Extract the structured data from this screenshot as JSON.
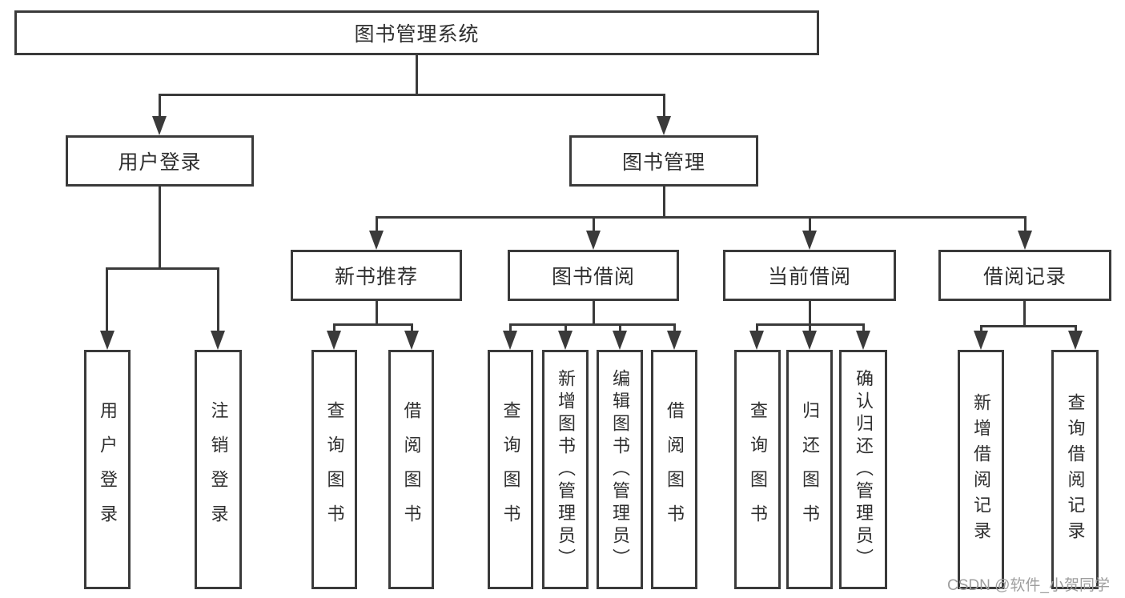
{
  "colors": {
    "line": "#3a3a3a",
    "text": "#2f2f2f",
    "watermark": "#9e9e9e",
    "background": "#ffffff"
  },
  "diagram": {
    "root": {
      "label": "图书管理系统"
    },
    "branches": [
      {
        "label": "用户登录",
        "children": [
          {
            "label": "用户登录"
          },
          {
            "label": "注销登录"
          }
        ]
      },
      {
        "label": "图书管理",
        "children": [
          {
            "label": "新书推荐",
            "children": [
              {
                "label": "查询图书"
              },
              {
                "label": "借阅图书"
              }
            ]
          },
          {
            "label": "图书借阅",
            "children": [
              {
                "label": "查询图书"
              },
              {
                "label": "新增图书（管理员）"
              },
              {
                "label": "编辑图书（管理员）"
              },
              {
                "label": "借阅图书"
              }
            ]
          },
          {
            "label": "当前借阅",
            "children": [
              {
                "label": "查询图书"
              },
              {
                "label": "归还图书"
              },
              {
                "label": "确认归还（管理员）"
              }
            ]
          },
          {
            "label": "借阅记录",
            "children": [
              {
                "label": "新增借阅记录"
              },
              {
                "label": "查询借阅记录"
              }
            ]
          }
        ]
      }
    ]
  },
  "watermark": {
    "text": "CSDN @软件_小贺同学"
  }
}
